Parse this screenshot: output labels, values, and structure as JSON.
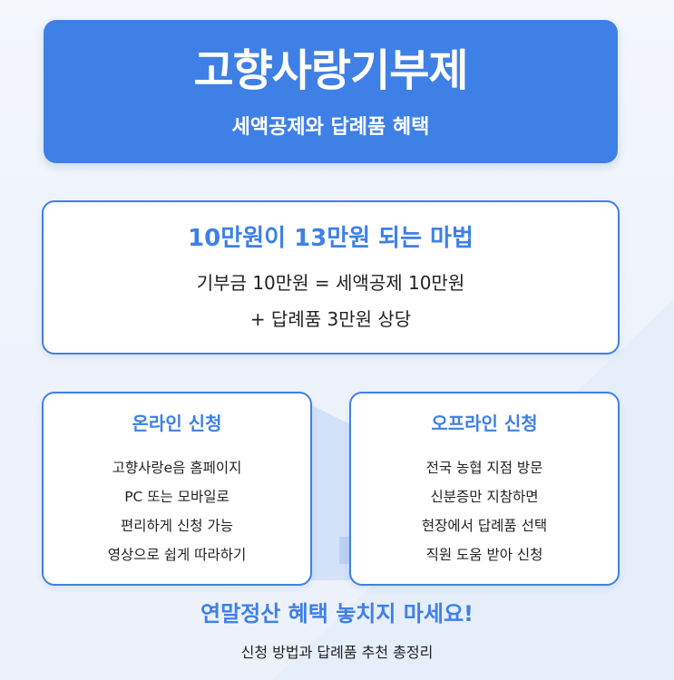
{
  "header": {
    "title": "고향사랑기부제",
    "subtitle": "세액공제와 답례품 혜택"
  },
  "magic": {
    "title": "10만원이 13만원 되는 마법",
    "line1": "기부금 10만원 = 세액공제 10만원",
    "line2": "+ 답례품 3만원 상당"
  },
  "online": {
    "title": "온라인 신청",
    "items": [
      "고향사랑e음 홈페이지",
      "PC 또는 모바일로",
      "편리하게 신청 가능",
      "영상으로 쉽게 따라하기"
    ]
  },
  "offline": {
    "title": "오프라인 신청",
    "items": [
      "전국 농협 지점 방문",
      "신분증만 지참하면",
      "현장에서 답례품 선택",
      "직원 도움 받아 신청"
    ]
  },
  "footer": {
    "title": "연말정산 혜택 놓치지 마세요!",
    "subtitle": "신청 방법과 답례품 추천 총정리"
  },
  "colors": {
    "accent": "#3f80e6",
    "card_bg": "#ffffff",
    "text": "#222222",
    "page_bg": "#f3f7fc"
  }
}
